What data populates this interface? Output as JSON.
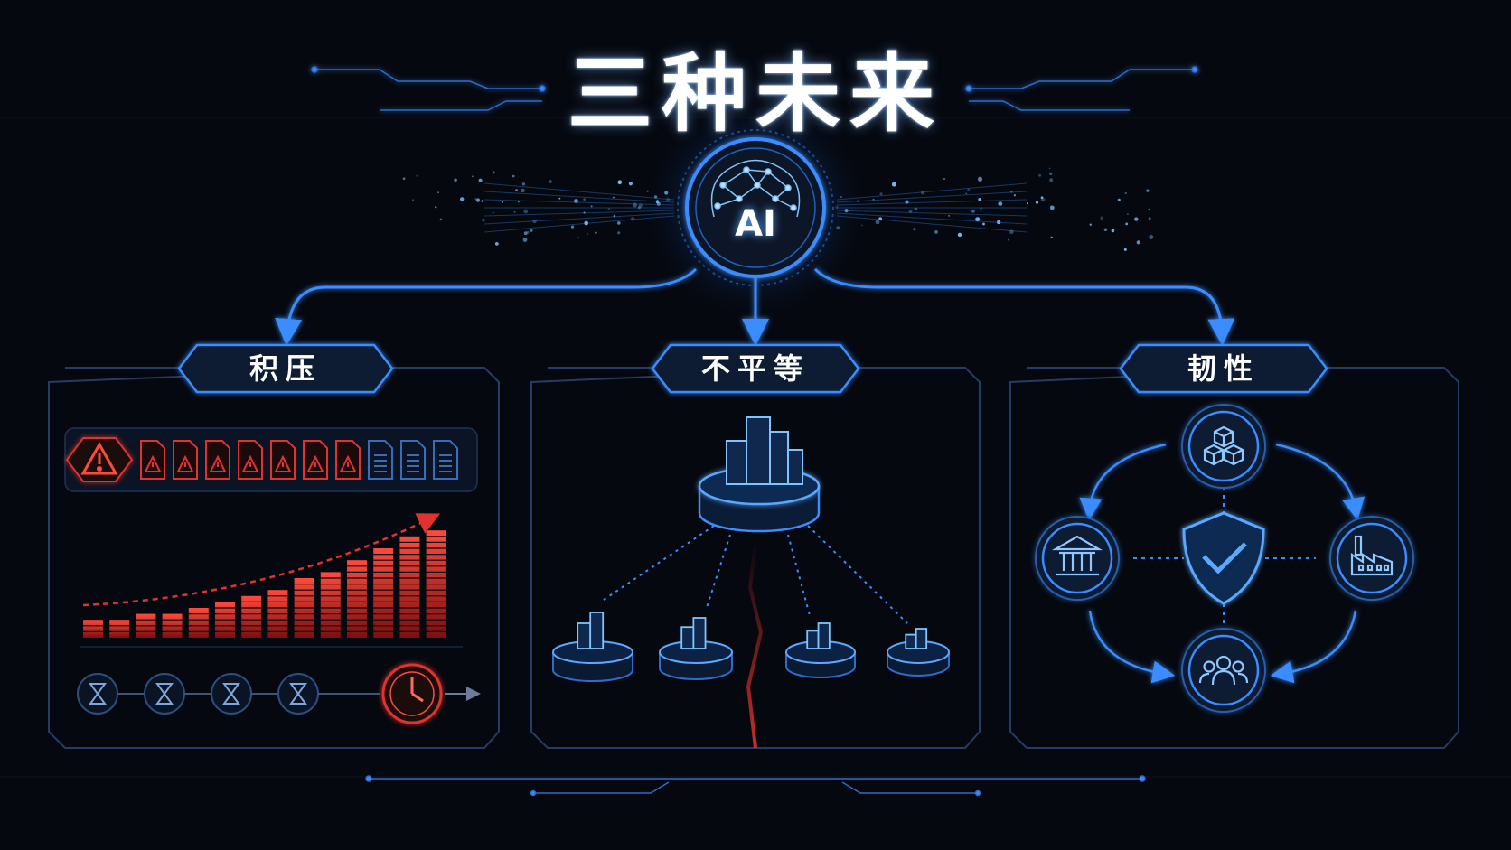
{
  "header": {
    "title": "三种未来"
  },
  "hub": {
    "label": "AI"
  },
  "panels": [
    {
      "id": "backlog",
      "label": "积压"
    },
    {
      "id": "inequality",
      "label": "不平等"
    },
    {
      "id": "resilience",
      "label": "韧性"
    }
  ],
  "backlog": {
    "alert_docs": 7,
    "normal_docs": 3,
    "bar_levels": [
      3,
      3,
      4,
      4,
      5,
      6,
      7,
      8,
      10,
      11,
      13,
      15,
      17,
      18
    ],
    "hourglass_count": 4
  },
  "inequality": {
    "towns": 4
  },
  "resilience": {
    "nodes": [
      "cubes-icon",
      "bank-icon",
      "factory-icon",
      "people-icon"
    ],
    "center": "shield-check-icon"
  },
  "colors": {
    "background": "#05080f",
    "accent": "#3a8dff",
    "glow": "#7fc4ff",
    "warning": "#e0322f",
    "frame": "#243c66"
  }
}
